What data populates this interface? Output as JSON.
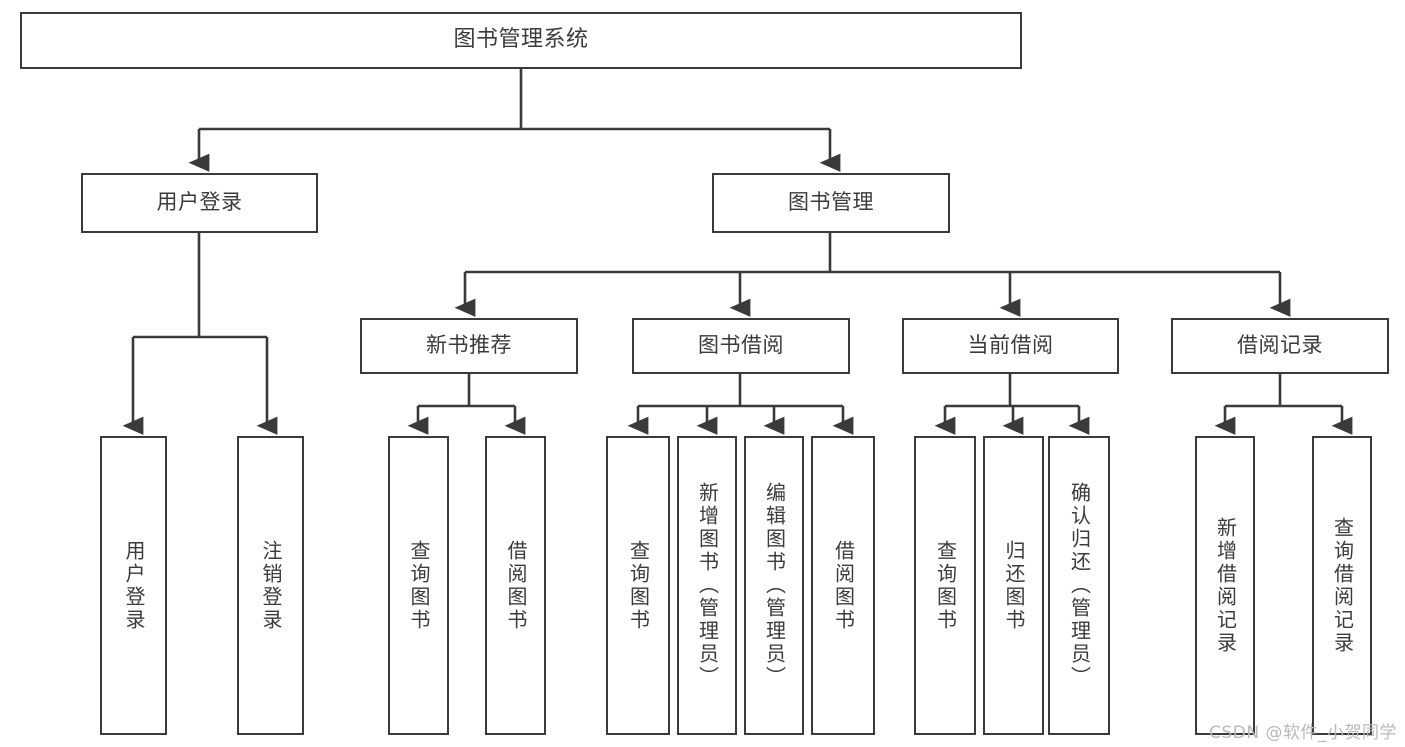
{
  "diagram": {
    "title": "图书管理系统",
    "type": "tree-hierarchy",
    "colors": {
      "box_stroke": "#3a3a3a",
      "box_fill": "#ffffff",
      "text": "#3b3b3b",
      "edge": "#3a3a3a",
      "background": "#ffffff",
      "watermark": "#b9b9b9"
    },
    "root": {
      "label": "图书管理系统"
    },
    "level2": [
      {
        "id": "user-login",
        "label": "用户登录"
      },
      {
        "id": "book-management",
        "label": "图书管理"
      }
    ],
    "level3": [
      {
        "id": "new-book-recommend",
        "label": "新书推荐",
        "parent": "book-management"
      },
      {
        "id": "book-borrow",
        "label": "图书借阅",
        "parent": "book-management"
      },
      {
        "id": "current-borrow",
        "label": "当前借阅",
        "parent": "book-management"
      },
      {
        "id": "borrow-record",
        "label": "借阅记录",
        "parent": "book-management"
      }
    ],
    "leaves": [
      {
        "id": "leaf-user-login",
        "label": "用户登录",
        "parent": "user-login"
      },
      {
        "id": "leaf-logout-login",
        "label": "注销登录",
        "parent": "user-login"
      },
      {
        "id": "leaf-query-book-1",
        "label": "查询图书",
        "parent": "new-book-recommend"
      },
      {
        "id": "leaf-borrow-book-1",
        "label": "借阅图书",
        "parent": "new-book-recommend"
      },
      {
        "id": "leaf-query-book-2",
        "label": "查询图书",
        "parent": "book-borrow"
      },
      {
        "id": "leaf-add-book",
        "label": "新增图书（管理员）",
        "parent": "book-borrow"
      },
      {
        "id": "leaf-edit-book",
        "label": "编辑图书（管理员）",
        "parent": "book-borrow"
      },
      {
        "id": "leaf-borrow-book-2",
        "label": "借阅图书",
        "parent": "book-borrow"
      },
      {
        "id": "leaf-query-book-3",
        "label": "查询图书",
        "parent": "current-borrow"
      },
      {
        "id": "leaf-return-book",
        "label": "归还图书",
        "parent": "current-borrow"
      },
      {
        "id": "leaf-confirm-return",
        "label": "确认归还（管理员）",
        "parent": "current-borrow"
      },
      {
        "id": "leaf-add-record",
        "label": "新增借阅记录",
        "parent": "borrow-record"
      },
      {
        "id": "leaf-query-record",
        "label": "查询借阅记录",
        "parent": "borrow-record"
      }
    ]
  },
  "watermark": {
    "text": "CSDN @软件_小贺同学"
  }
}
